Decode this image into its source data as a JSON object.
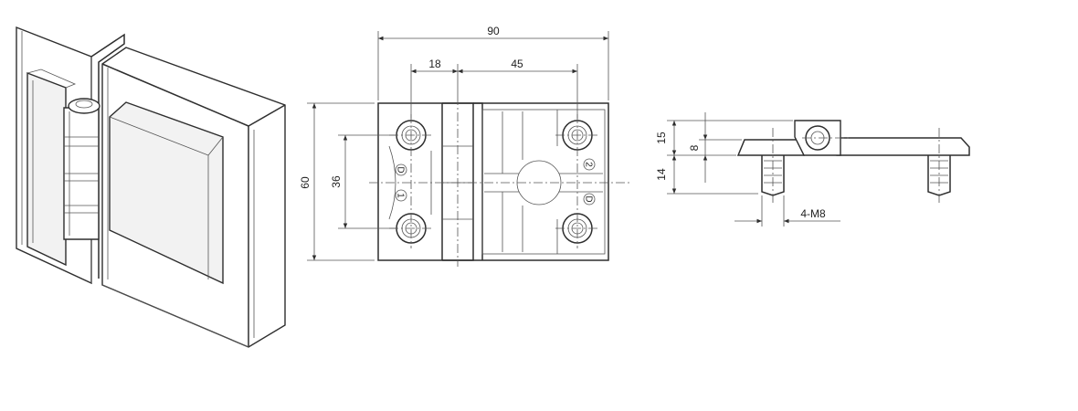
{
  "dimensions": {
    "overall_width": "90",
    "hole_offset": "18",
    "leaf_hole_offset": "45",
    "height": "60",
    "hole_spacing": "36",
    "side_height_upper": "15",
    "side_height_inner": "8",
    "side_height_lower": "14",
    "screw_spec": "4-M8"
  },
  "hole_marks": {
    "hole_1": "1",
    "hole_2": "2",
    "letter_left": "D",
    "letter_right": "D"
  }
}
